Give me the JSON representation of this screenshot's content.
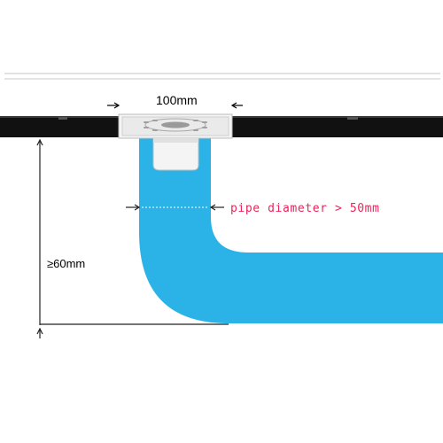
{
  "labels": {
    "drain_width": "100mm",
    "pipe_diameter": "pipe diameter > 50mm",
    "depth": "≥60mm"
  },
  "colors": {
    "pipe": "#2bb3e8",
    "floor": "#111111",
    "pipe_label": "#e8255a",
    "drain_body": "#f2f2f2"
  },
  "icons": {
    "drain": "floor-drain-icon"
  }
}
